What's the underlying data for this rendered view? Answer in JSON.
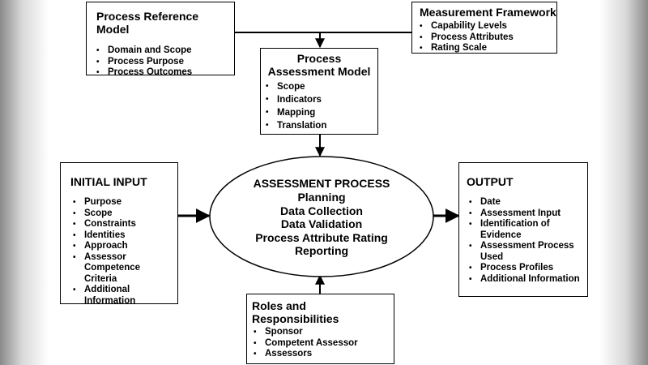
{
  "process_reference_model": {
    "title": "Process Reference Model",
    "items": [
      "Domain and Scope",
      "Process Purpose",
      "Process Outcomes"
    ]
  },
  "measurement_framework": {
    "title": "Measurement Framework",
    "items": [
      "Capability Levels",
      "Process Attributes",
      "Rating Scale"
    ]
  },
  "process_assessment_model": {
    "title_line1": "Process",
    "title_line2": "Assessment Model",
    "items": [
      "Scope",
      "Indicators",
      "Mapping",
      "Translation"
    ]
  },
  "initial_input": {
    "title": "INITIAL INPUT",
    "items": [
      "Purpose",
      "Scope",
      "Constraints",
      "Identities",
      "Approach",
      "Assessor Competence Criteria",
      "Additional Information"
    ]
  },
  "assessment_process": {
    "title": "ASSESSMENT PROCESS",
    "steps": [
      "Planning",
      "Data Collection",
      "Data Validation",
      "Process Attribute Rating",
      "Reporting"
    ]
  },
  "output": {
    "title": "OUTPUT",
    "items": [
      "Date",
      "Assessment Input",
      "Identification of Evidence",
      "Assessment Process Used",
      "Process Profiles",
      "Additional Information"
    ]
  },
  "roles": {
    "title": "Roles and Responsibilities",
    "items": [
      "Sponsor",
      "Competent Assessor",
      "Assessors"
    ]
  }
}
